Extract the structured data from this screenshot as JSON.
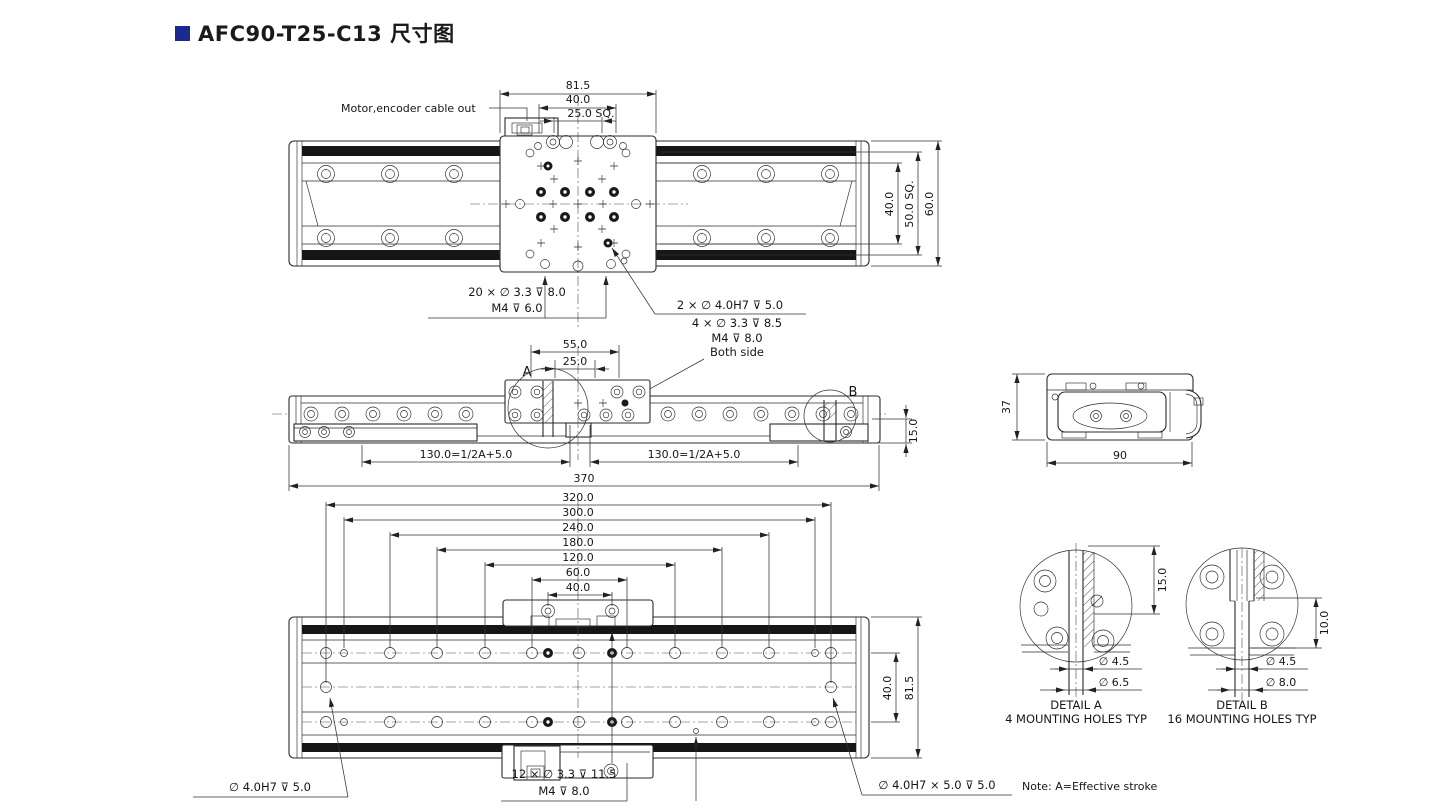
{
  "title": {
    "text": "AFC90-T25-C13 尺寸图"
  },
  "colors": {
    "accent": "#1b2a8e",
    "line": "#2b2b2b"
  },
  "top_view": {
    "motor_cable_label": "Motor,encoder cable out",
    "dims": {
      "w_total": "81.5",
      "w_mid": "40.0",
      "w_sq": "25.0 SQ.",
      "h_mid": "40.0",
      "h_sq": "50.0 SQ.",
      "h_total": "60.0"
    },
    "callouts": {
      "plate_line1": "20 × ∅ 3.3 ⊽ 8.0",
      "plate_line2": "M4 ⊽ 6.0",
      "pin": "2 × ∅ 4.0H7 ⊽ 5.0",
      "side_line1": "4 × ∅ 3.3 ⊽ 8.5",
      "side_line2": "M4 ⊽ 8.0",
      "side_line3": "Both side"
    }
  },
  "front_view": {
    "dims": {
      "d55": "55.0",
      "d25": "25.0",
      "left130": "130.0=1/2A+5.0",
      "right130": "130.0=1/2A+5.0",
      "total": "370",
      "height": "15.0"
    },
    "labels": {
      "a": "A",
      "b": "B"
    }
  },
  "end_view": {
    "dims": {
      "height": "37",
      "width": "90"
    }
  },
  "bottom_view": {
    "stack": [
      "320.0",
      "300.0",
      "240.0",
      "180.0",
      "120.0",
      "60.0",
      "40.0"
    ],
    "dims": {
      "rows": "40.0",
      "total": "81.5"
    },
    "callouts": {
      "left_pin": "∅ 4.0H7 ⊽ 5.0",
      "center_line1": "12 × ∅ 3.3 ⊽ 11.5",
      "center_line2": "M4 ⊽ 8.0",
      "right_pin": "∅ 4.0H7 × 5.0 ⊽ 5.0"
    }
  },
  "details": {
    "a": {
      "title": "DETAIL A",
      "subtitle": "4 MOUNTING HOLES TYP",
      "depth": "15.0",
      "dia_small": "∅ 4.5",
      "dia_large": "∅ 6.5"
    },
    "b": {
      "title": "DETAIL B",
      "subtitle": "16 MOUNTING HOLES TYP",
      "depth": "10.0",
      "dia_small": "∅ 4.5",
      "dia_large": "∅ 8.0"
    }
  },
  "note": "Note:  A=Effective stroke"
}
